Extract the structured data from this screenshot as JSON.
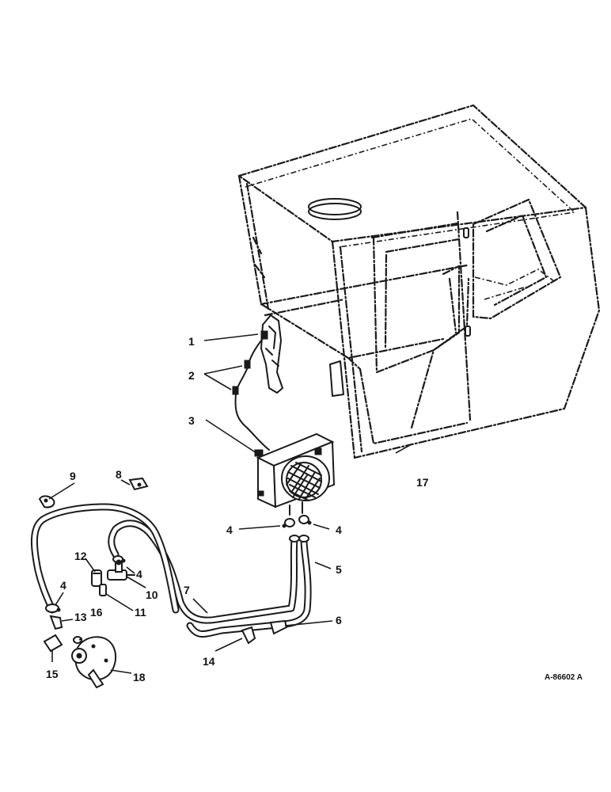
{
  "drawing_number": "A-86602 A",
  "callouts": {
    "c1": "1",
    "c2": "2",
    "c3": "3",
    "c4a": "4",
    "c4b": "4",
    "c4c": "4",
    "c4d": "4",
    "c5": "5",
    "c6": "6",
    "c7": "7",
    "c8": "8",
    "c9": "9",
    "c10": "10",
    "c11": "11",
    "c12": "12",
    "c13": "13",
    "c14": "14",
    "c15": "15",
    "c16": "16",
    "c17": "17",
    "c18": "18"
  }
}
